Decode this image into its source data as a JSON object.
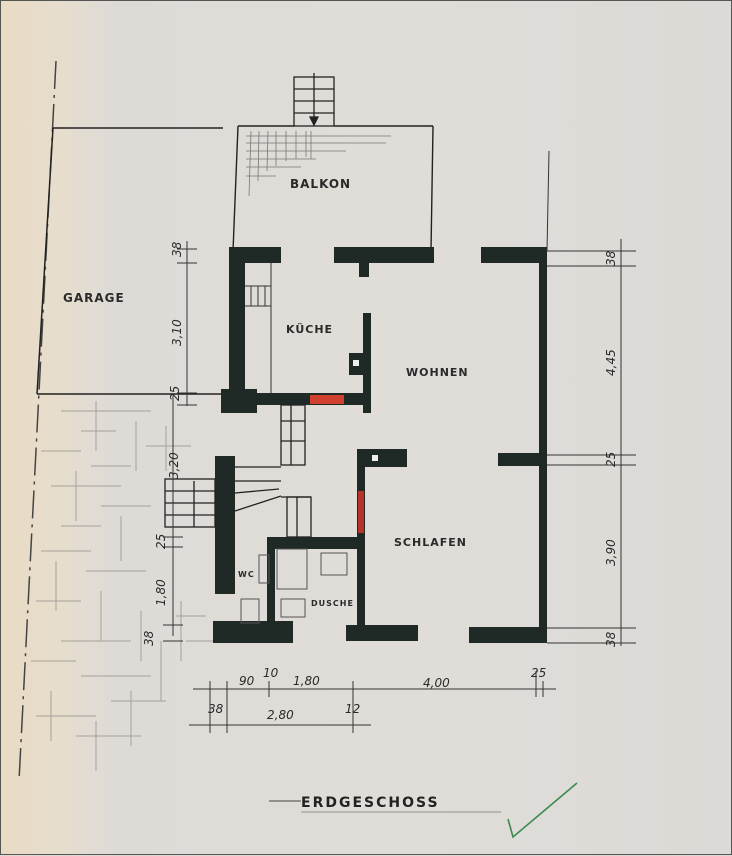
{
  "drawing": {
    "title": "ERDGESCHOSS",
    "wall_color": "#1f2a27",
    "door_highlight_color": "#d0402e",
    "check_color": "#3a8a50"
  },
  "rooms": [
    {
      "id": "balkon",
      "label": "BALKON"
    },
    {
      "id": "garage",
      "label": "GARAGE"
    },
    {
      "id": "kueche",
      "label": "KÜCHE"
    },
    {
      "id": "wohnen",
      "label": "WOHNEN"
    },
    {
      "id": "schlafen",
      "label": "SCHLAFEN"
    },
    {
      "id": "wc",
      "label": "WC"
    },
    {
      "id": "dusche",
      "label": "DUSCHE"
    }
  ],
  "dimensions": {
    "left": [
      "38",
      "3,10",
      "25",
      "3,20",
      "25",
      "1,80",
      "38"
    ],
    "right": [
      "38",
      "4,45",
      "25",
      "3,90",
      "38"
    ],
    "bottom_row1": [
      "90",
      "10",
      "1,80",
      "4,00",
      "25"
    ],
    "bottom_row2": [
      "38",
      "2,80",
      "12"
    ]
  }
}
